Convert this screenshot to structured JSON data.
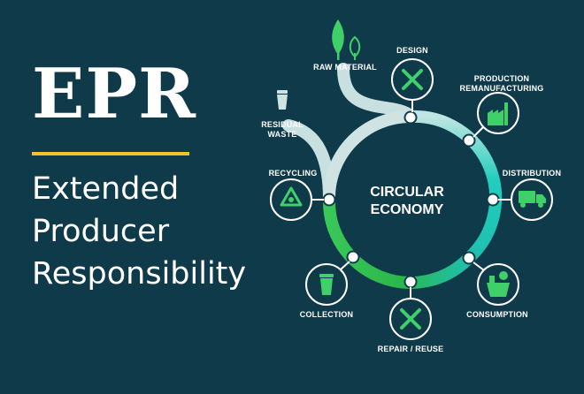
{
  "heading": {
    "acronym": "EPR",
    "line1": "Extended",
    "line2": "Producer",
    "line3": "Responsibility"
  },
  "diagram": {
    "center_line1": "CIRCULAR",
    "center_line2": "ECONOMY",
    "raw_material": "RAW MATERIAL",
    "residual_line1": "RESIDUAL",
    "residual_line2": "WASTE",
    "design": "DESIGN",
    "production_line1": "PRODUCTION",
    "production_line2": "REMANUFACTURING",
    "distribution": "DISTRIBUTION",
    "consumption": "CONSUMPTION",
    "repair_reuse": "REPAIR / REUSE",
    "collection": "COLLECTION",
    "recycling": "RECYCLING"
  },
  "colors": {
    "background": "#0f3a4a",
    "accent_yellow": "#f2c12e",
    "ring_teal": "#1fc8b8",
    "ring_green": "#2bb84a",
    "ring_pale": "#cfe3e3",
    "icon_green": "#3fd06a"
  },
  "icons": [
    "tree-icon",
    "trash-bin-icon",
    "pencil-ruler-icon",
    "factory-icon",
    "truck-icon",
    "shopping-basket-icon",
    "tools-icon",
    "collection-bin-icon",
    "recycle-icon"
  ]
}
